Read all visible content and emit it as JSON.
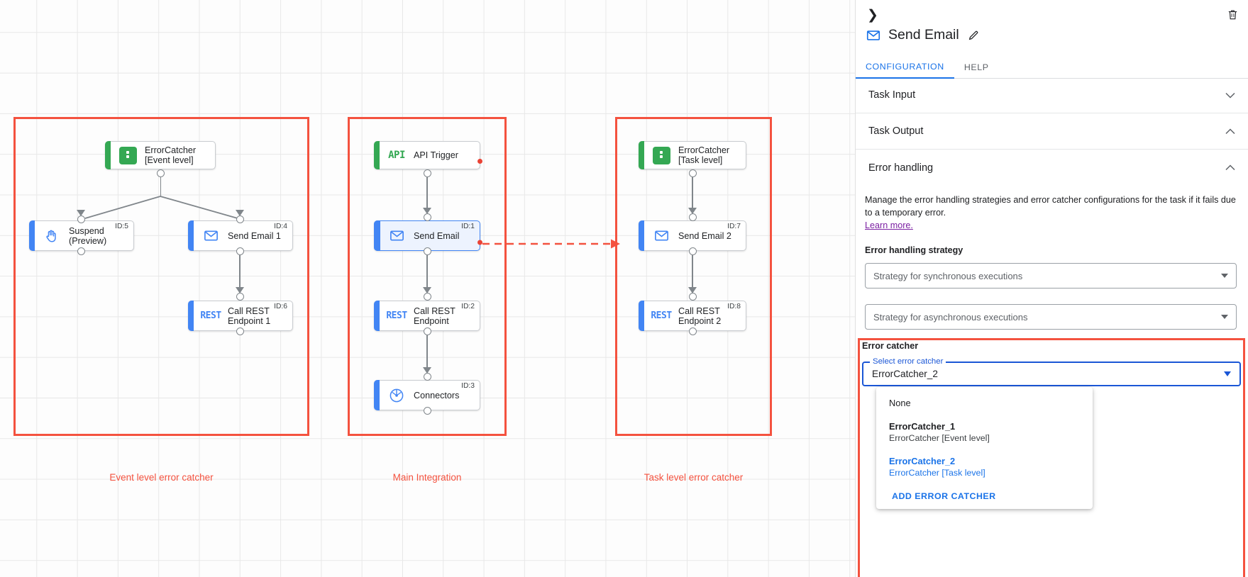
{
  "canvas": {
    "groups": [
      {
        "label": "Event level error catcher"
      },
      {
        "label": "Main Integration"
      },
      {
        "label": "Task level error catcher"
      }
    ],
    "nodes": [
      {
        "key": "errorcatcher_event",
        "title": "ErrorCatcher\n[Event level]",
        "icon": "error-catcher-icon",
        "id": ""
      },
      {
        "key": "suspend",
        "title": "Suspend\n(Preview)",
        "icon": "hand-icon",
        "id": "ID:5"
      },
      {
        "key": "send_email_1",
        "title": "Send Email 1",
        "icon": "envelope-icon",
        "id": "ID:4"
      },
      {
        "key": "call_rest_1",
        "title": "Call REST\nEndpoint 1",
        "icon": "rest-icon",
        "id": "ID:6"
      },
      {
        "key": "api_trigger",
        "title": "API Trigger",
        "icon": "api-icon",
        "id": ""
      },
      {
        "key": "send_email",
        "title": "Send Email",
        "icon": "envelope-icon",
        "id": "ID:1"
      },
      {
        "key": "call_rest",
        "title": "Call REST\nEndpoint",
        "icon": "rest-icon",
        "id": "ID:2"
      },
      {
        "key": "connectors",
        "title": "Connectors",
        "icon": "connectors-icon",
        "id": "ID:3"
      },
      {
        "key": "errorcatcher_task",
        "title": "ErrorCatcher\n[Task level]",
        "icon": "error-catcher-icon",
        "id": ""
      },
      {
        "key": "send_email_2",
        "title": "Send Email 2",
        "icon": "envelope-icon",
        "id": "ID:7"
      },
      {
        "key": "call_rest_2",
        "title": "Call REST\nEndpoint 2",
        "icon": "rest-icon",
        "id": "ID:8"
      }
    ]
  },
  "panel": {
    "title": "Send Email",
    "chevron": "chevron-right-icon",
    "delete": "trash-icon",
    "edit": "pencil-icon",
    "tabs": [
      {
        "label": "CONFIGURATION",
        "active": true
      },
      {
        "label": "HELP",
        "active": false
      }
    ],
    "sections": [
      {
        "title": "Task Input",
        "expanded": false,
        "caret": "∨"
      },
      {
        "title": "Task Output",
        "expanded": true,
        "caret": "∧"
      },
      {
        "title": "Error handling",
        "expanded": true,
        "caret": "∧"
      }
    ],
    "error_handling": {
      "description": "Manage the error handling strategies and error catcher configurations for the task if it fails due to a temporary error.",
      "learn_more": "Learn more.",
      "strategy_label": "Error handling strategy",
      "sync_placeholder": "Strategy for synchronous executions",
      "async_placeholder": "Strategy for asynchronous executions"
    },
    "error_catcher": {
      "heading": "Error catcher",
      "field_legend": "Select error catcher",
      "field_value": "ErrorCatcher_2",
      "options": [
        {
          "primary": "None",
          "secondary": "",
          "selected": false,
          "plain": true
        },
        {
          "primary": "ErrorCatcher_1",
          "secondary": "ErrorCatcher [Event level]",
          "selected": false,
          "plain": false
        },
        {
          "primary": "ErrorCatcher_2",
          "secondary": "ErrorCatcher [Task level]",
          "selected": true,
          "plain": false
        }
      ],
      "add_label": "ADD ERROR CATCHER"
    }
  },
  "colors": {
    "accent_blue": "#4285f4",
    "accent_green": "#34a853",
    "highlight_red": "#f4523f",
    "link_purple": "#7b1fa2",
    "link_blue": "#1a73e8"
  }
}
